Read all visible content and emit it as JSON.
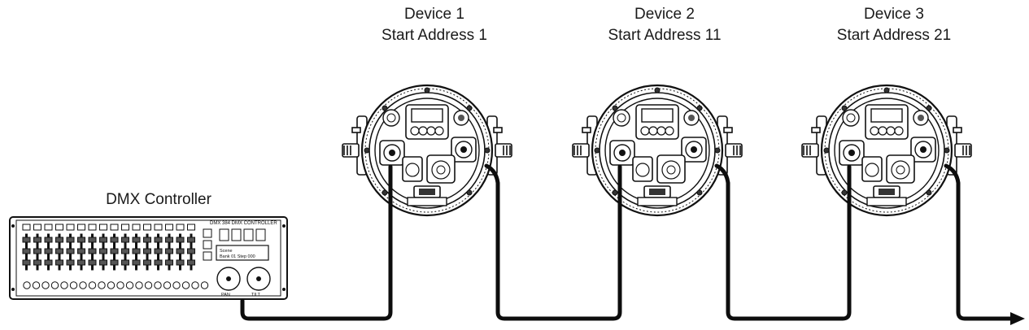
{
  "devices": [
    {
      "name": "Device 1",
      "address": "Start Address 1"
    },
    {
      "name": "Device 2",
      "address": "Start Address 11"
    },
    {
      "name": "Device 3",
      "address": "Start Address 21"
    }
  ],
  "controller": {
    "label": "DMX Controller",
    "brand_text": "DMX 384 DMX CONTROLLER",
    "lcd_line1": "Scene",
    "lcd_line2": "Bank 01 Step 000",
    "knob_left": "PAN",
    "knob_right": "TILT"
  },
  "colors": {
    "line": "#111111",
    "cable": "#0d0d0d",
    "fill": "#ffffff"
  }
}
